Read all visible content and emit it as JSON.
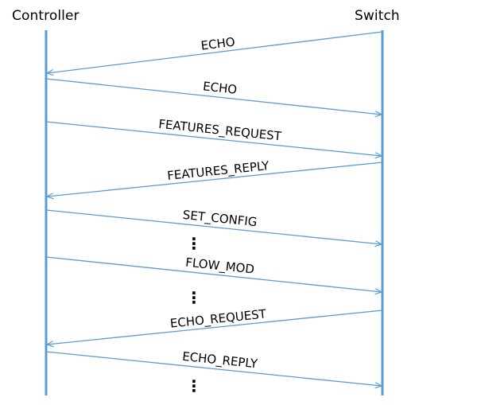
{
  "participants": {
    "left": "Controller",
    "right": "Switch"
  },
  "colors": {
    "lifeline": "#5b9bd5",
    "arrow": "#5b9bd5",
    "text": "#000000"
  },
  "messages": [
    {
      "label": "ECHO",
      "from": "right",
      "to": "left"
    },
    {
      "label": "ECHO",
      "from": "left",
      "to": "right"
    },
    {
      "label": "FEATURES_REQUEST",
      "from": "left",
      "to": "right"
    },
    {
      "label": "FEATURES_REPLY",
      "from": "right",
      "to": "left"
    },
    {
      "label": "SET_CONFIG",
      "from": "left",
      "to": "right"
    },
    {
      "label": "FLOW_MOD",
      "from": "left",
      "to": "right"
    },
    {
      "label": "ECHO_REQUEST",
      "from": "right",
      "to": "left"
    },
    {
      "label": "ECHO_REPLY",
      "from": "left",
      "to": "right"
    }
  ],
  "ellipsis_glyph": "⋮"
}
